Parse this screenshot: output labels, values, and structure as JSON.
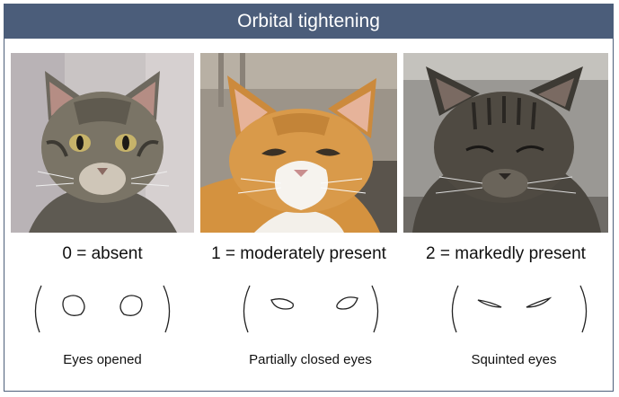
{
  "title": "Orbital tightening",
  "panels": [
    {
      "score_label": "0 = absent",
      "eye_label": "Eyes opened",
      "fur_color": "#7a7466"
    },
    {
      "score_label": "1 = moderately present",
      "eye_label": "Partially closed eyes",
      "fur_color": "#d99a4a"
    },
    {
      "score_label": "2 = markedly present",
      "eye_label": "Squinted eyes",
      "fur_color": "#4f4a42"
    }
  ],
  "colors": {
    "title_bar": "#4b5d7a",
    "border": "#4d5f7a"
  }
}
